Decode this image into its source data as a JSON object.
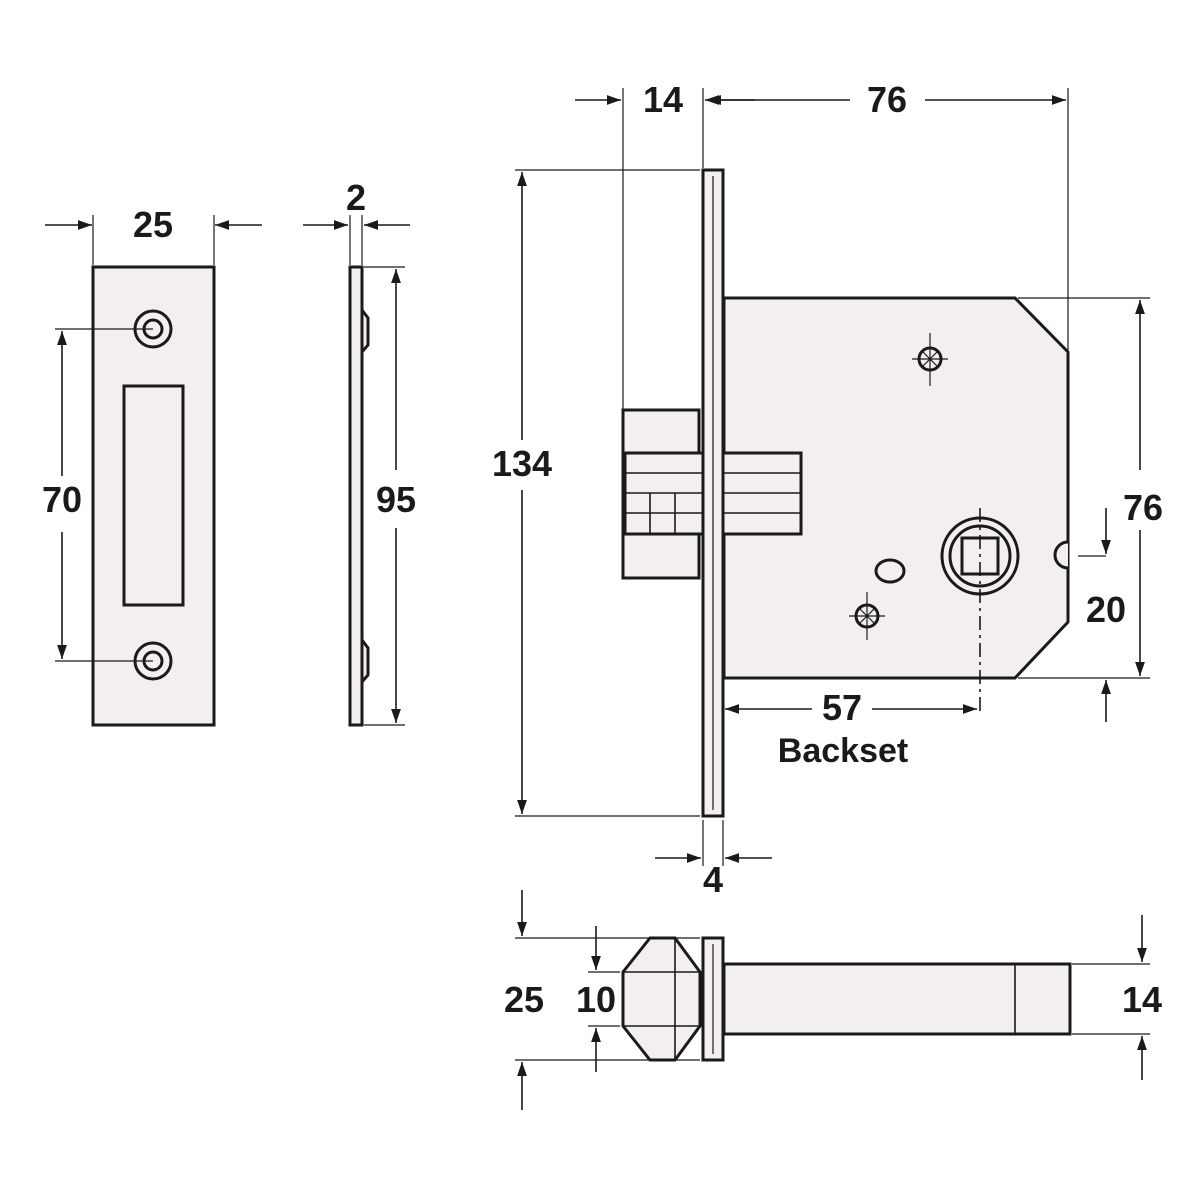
{
  "strike_plate": {
    "width": "25",
    "hole_spacing": "70",
    "side_height": "95",
    "thickness": "2"
  },
  "lock_body": {
    "forend_offset": "14",
    "case_depth": "76",
    "forend_height": "134",
    "case_height": "76",
    "follower_offset": "20",
    "backset_value": "57",
    "backset_label": "Backset",
    "forend_thickness": "4"
  },
  "bolt_view": {
    "forend_width": "25",
    "bolt_width": "10",
    "case_thickness": "14"
  }
}
